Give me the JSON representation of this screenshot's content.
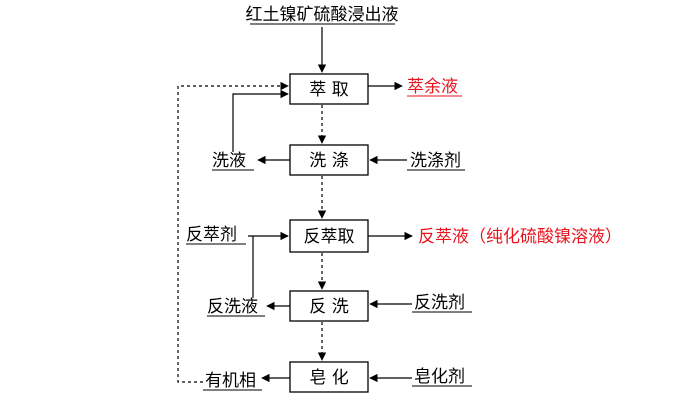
{
  "source": "红土镍矿硫酸浸出液",
  "steps": {
    "extraction": "萃 取",
    "washing": "洗 涤",
    "stripping": "反萃取",
    "back_washing": "反 洗",
    "saponification": "皂 化"
  },
  "labels": {
    "raffinate": "萃余液",
    "wash_liquid": "洗液",
    "wash_agent": "洗涤剂",
    "strip_agent": "反萃剂",
    "strip_liquid": "反萃液（纯化硫酸镍溶液）",
    "back_wash_liquid": "反洗液",
    "back_wash_agent": "反洗剂",
    "organic_phase": "有机相",
    "sapon_agent": "皂化剂"
  },
  "colors": {
    "highlight": "#e8141e",
    "line": "#000000"
  }
}
